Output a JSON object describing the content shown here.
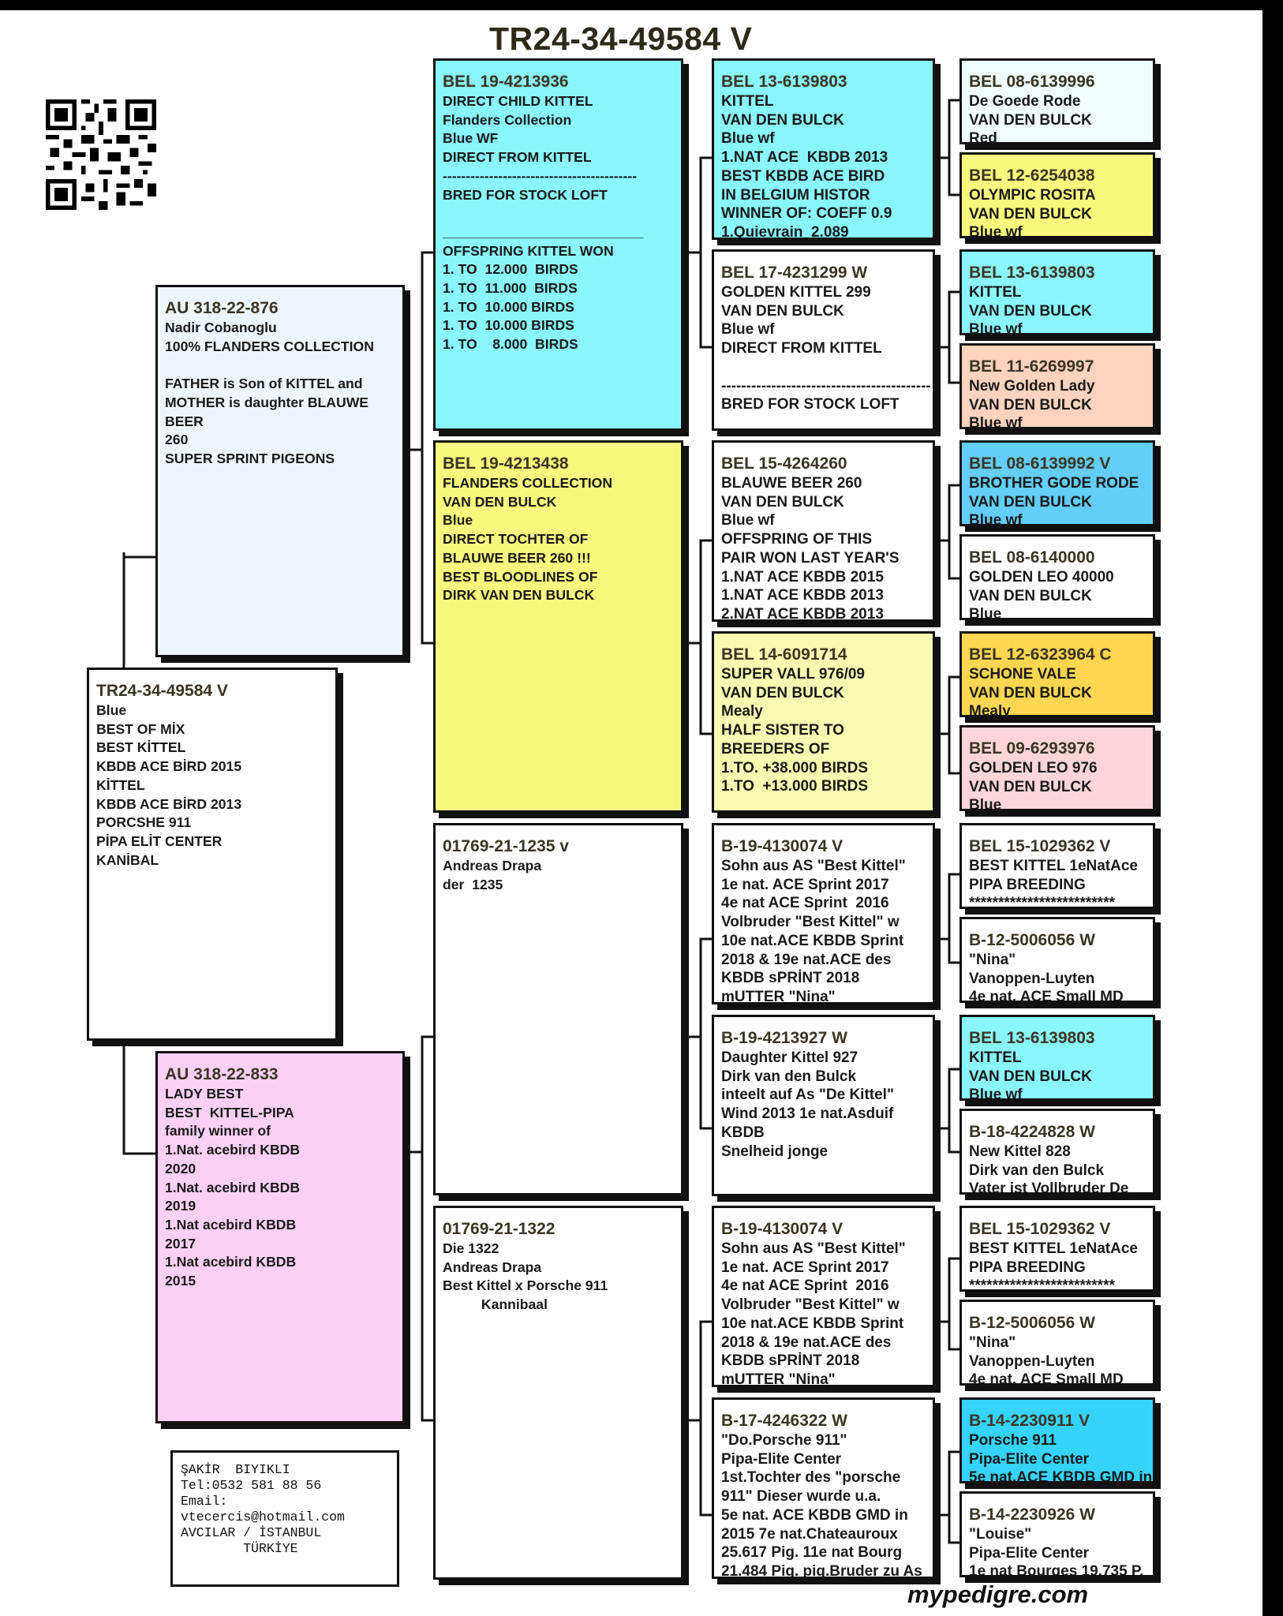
{
  "header": {
    "title": "TR24-34-49584 V"
  },
  "footer": {
    "brand": "mypedigre.com"
  },
  "contact": {
    "lines": [
      "ŞAKİR  BIYIKLI",
      "Tel:0532 581 88 56",
      "Email:",
      "vtecercis@hotmail.com",
      "AVCILAR / İSTANBUL",
      "        TÜRKİYE"
    ]
  },
  "colors": {
    "cyan": "#8af7ff",
    "yellow": "#f7f97e",
    "light_yellow": "#f7fbb2",
    "light_blue_gray": "#eef5fb",
    "pale_cyan": "#f1fdfd",
    "salmon": "#ffd3bd",
    "sky_blue": "#63cdfb",
    "orange_gold": "#ffd652",
    "pink": "#ffd5d9",
    "magenta_pink": "#ffd0f5",
    "bright_blue": "#36d3fc",
    "white": "#ffffff"
  },
  "boxes": [
    {
      "id": "subject",
      "bg": "#ffffff",
      "lines": [
        "TR24-34-49584 V",
        "Blue",
        "BEST OF MİX",
        "BEST KİTTEL",
        "KBDB ACE BİRD 2015",
        "KİTTEL",
        "KBDB ACE BİRD 2013",
        "PORCSHE 911",
        "PİPA ELİT CENTER",
        "KANİBAL"
      ]
    },
    {
      "id": "sire",
      "bg": "#eef5fb",
      "lines": [
        "AU 318-22-876",
        "Nadir Cobanoglu",
        "100% FLANDERS COLLECTION",
        "",
        "FATHER is Son of KITTEL and",
        "MOTHER is daughter BLAUWE",
        "BEER",
        "260",
        "SUPER SPRINT PIGEONS"
      ]
    },
    {
      "id": "dam",
      "bg": "#ffd0f5",
      "lines": [
        "AU 318-22-833",
        "LADY BEST",
        "BEST  KITTEL-PIPA",
        "family winner of",
        "1.Nat. acebird KBDB",
        "2020",
        "1.Nat. acebird KBDB",
        "2019",
        "1.Nat acebird KBDB",
        "2017",
        "1.Nat acebird KBDB",
        "2015"
      ]
    },
    {
      "id": "ss",
      "bg": "#8af7ff",
      "lines": [
        "BEL 19-4213936",
        "DIRECT CHILD KITTEL",
        "Flanders Collection",
        "Blue WF",
        "DIRECT FROM KITTEL",
        "------------------------------------------",
        "BRED FOR STOCK LOFT",
        "",
        "__________________________",
        "OFFSPRING KITTEL WON",
        "1. TO  12.000  BIRDS",
        "1. TO  11.000  BIRDS",
        "1. TO  10.000 BIRDS",
        "1. TO  10.000 BIRDS",
        "1. TO    8.000  BIRDS"
      ]
    },
    {
      "id": "sd",
      "bg": "#f7f97e",
      "lines": [
        "BEL 19-4213438",
        "FLANDERS COLLECTION",
        "VAN DEN BULCK",
        "Blue",
        "DIRECT TOCHTER OF",
        "BLAUWE BEER 260 !!!",
        "BEST BLOODLINES OF",
        "DIRK VAN DEN BULCK"
      ]
    },
    {
      "id": "ds",
      "bg": "#ffffff",
      "lines": [
        "01769-21-1235 v",
        "Andreas Drapa",
        "der  1235"
      ]
    },
    {
      "id": "dd",
      "bg": "#ffffff",
      "lines": [
        "01769-21-1322",
        "Die 1322",
        "Andreas Drapa",
        "Best Kittel x Porsche 911",
        "          Kannibaal"
      ]
    },
    {
      "id": "sss",
      "bg": "#8af7ff",
      "lines": [
        "BEL 13-6139803",
        "KITTEL",
        "VAN DEN BULCK",
        "Blue wf",
        "1.NAT ACE  KBDB 2013",
        "BEST KBDB ACE BIRD",
        "IN BELGIUM HISTOR",
        "WINNER OF: COEFF 0.9",
        "1.Quievrain  2.089"
      ]
    },
    {
      "id": "ssd",
      "bg": "#ffffff",
      "lines": [
        "BEL 17-4231299 W",
        "GOLDEN KITTEL 299",
        "VAN DEN BULCK",
        "Blue wf",
        "DIRECT FROM KITTEL",
        "",
        "------------------------------------------",
        "BRED FOR STOCK LOFT"
      ]
    },
    {
      "id": "sds",
      "bg": "#ffffff",
      "lines": [
        "BEL 15-4264260",
        "BLAUWE BEER 260",
        "VAN DEN BULCK",
        "Blue wf",
        "OFFSPRING OF THIS",
        "PAIR WON LAST YEAR'S",
        "1.NAT ACE KBDB 2015",
        "1.NAT ACE KBDB 2013",
        "2.NAT ACE KBDB 2013"
      ]
    },
    {
      "id": "sdd",
      "bg": "#f7fbb2",
      "lines": [
        "BEL 14-6091714",
        "SUPER VALL 976/09",
        "VAN DEN BULCK",
        "Mealy",
        "HALF SISTER TO",
        "BREEDERS OF",
        "1.TO. +38.000 BIRDS",
        "1.TO  +13.000 BIRDS"
      ]
    },
    {
      "id": "dss",
      "bg": "#ffffff",
      "lines": [
        "B-19-4130074 V",
        "Sohn aus AS \"Best Kittel\"",
        "1e nat. ACE Sprint 2017",
        "4e nat ACE Sprint  2016",
        "Volbruder \"Best Kittel\" w",
        "10e nat.ACE KBDB Sprint",
        "2018 & 19e nat.ACE des",
        "KBDB sPRİNT 2018",
        "mUTTER \"Nina\""
      ]
    },
    {
      "id": "dsd",
      "bg": "#ffffff",
      "lines": [
        "B-19-4213927 W",
        "Daughter Kittel 927",
        "Dirk van den Bulck",
        "inteelt auf As \"De Kittel\"",
        "Wind 2013 1e nat.Asduif",
        "KBDB",
        "Snelheid jonge"
      ]
    },
    {
      "id": "dds",
      "bg": "#ffffff",
      "lines": [
        "B-19-4130074 V",
        "Sohn aus AS \"Best Kittel\"",
        "1e nat. ACE Sprint 2017",
        "4e nat ACE Sprint  2016",
        "Volbruder \"Best Kittel\" w",
        "10e nat.ACE KBDB Sprint",
        "2018 & 19e nat.ACE des",
        "KBDB sPRİNT 2018",
        "mUTTER \"Nina\""
      ]
    },
    {
      "id": "ddd",
      "bg": "#ffffff",
      "lines": [
        "B-17-4246322 W",
        "\"Do.Porsche 911\"",
        "Pipa-Elite Center",
        "1st.Tochter des \"porsche",
        "911\" Dieser wurde u.a.",
        "5e nat. ACE KBDB GMD in",
        "2015 7e nat.Chateauroux",
        "25.617 Pig. 11e nat Bourg",
        "21.484 Pig. pig.Bruder zu As"
      ]
    },
    {
      "id": "g1",
      "bg": "#f1fdfd",
      "lines": [
        "BEL 08-6139996",
        "De Goede Rode",
        "VAN DEN BULCK",
        "Red"
      ]
    },
    {
      "id": "g2",
      "bg": "#f7f97e",
      "lines": [
        "BEL 12-6254038",
        "OLYMPIC ROSITA",
        "VAN DEN BULCK",
        "Blue wf"
      ]
    },
    {
      "id": "g3",
      "bg": "#8af7ff",
      "lines": [
        "BEL 13-6139803",
        "KITTEL",
        "VAN DEN BULCK",
        "Blue wf"
      ]
    },
    {
      "id": "g4",
      "bg": "#ffd3bd",
      "lines": [
        "BEL 11-6269997",
        "New Golden Lady",
        "VAN DEN BULCK",
        "Blue wf"
      ]
    },
    {
      "id": "g5",
      "bg": "#63cdfb",
      "lines": [
        "BEL 08-6139992 V",
        "BROTHER GODE RODE",
        "VAN DEN BULCK",
        "Blue wf"
      ]
    },
    {
      "id": "g6",
      "bg": "#ffffff",
      "lines": [
        "BEL 08-6140000",
        "GOLDEN LEO 40000",
        "VAN DEN BULCK",
        "Blue"
      ]
    },
    {
      "id": "g7",
      "bg": "#ffd652",
      "lines": [
        "BEL 12-6323964 C",
        "SCHONE VALE",
        "VAN DEN BULCK",
        "Mealy"
      ]
    },
    {
      "id": "g8",
      "bg": "#ffd5d9",
      "lines": [
        "BEL 09-6293976",
        "GOLDEN LEO 976",
        "VAN DEN BULCK",
        "Blue"
      ]
    },
    {
      "id": "g9",
      "bg": "#ffffff",
      "lines": [
        "BEL 15-1029362 V",
        "BEST KITTEL 1eNatAce",
        "PIPA BREEDING",
        "*************************"
      ]
    },
    {
      "id": "g10",
      "bg": "#ffffff",
      "lines": [
        "B-12-5006056 W",
        "\"Nina\"",
        "Vanoppen-Luyten",
        "4e nat. ACE Small MD"
      ]
    },
    {
      "id": "g11",
      "bg": "#8af7ff",
      "lines": [
        "BEL 13-6139803",
        "KITTEL",
        "VAN DEN BULCK",
        "Blue wf"
      ]
    },
    {
      "id": "g12",
      "bg": "#ffffff",
      "lines": [
        "B-18-4224828 W",
        "New Kittel 828",
        "Dirk van den Bulck",
        "Vater ist Vollbruder De"
      ]
    },
    {
      "id": "g13",
      "bg": "#ffffff",
      "lines": [
        "BEL 15-1029362 V",
        "BEST KITTEL 1eNatAce",
        "PIPA BREEDING",
        "*************************"
      ]
    },
    {
      "id": "g14",
      "bg": "#ffffff",
      "lines": [
        "B-12-5006056 W",
        "\"Nina\"",
        "Vanoppen-Luyten",
        "4e nat. ACE Small MD"
      ]
    },
    {
      "id": "g15",
      "bg": "#36d3fc",
      "lines": [
        "B-14-2230911 V",
        "Porsche 911",
        "Pipa-Elite Center",
        "5e nat.ACE KBDB GMD in"
      ]
    },
    {
      "id": "g16",
      "bg": "#ffffff",
      "lines": [
        "B-14-2230926 W",
        "\"Louise\"",
        "Pipa-Elite Center",
        "1e nat Bourges 19.735 P."
      ]
    }
  ]
}
